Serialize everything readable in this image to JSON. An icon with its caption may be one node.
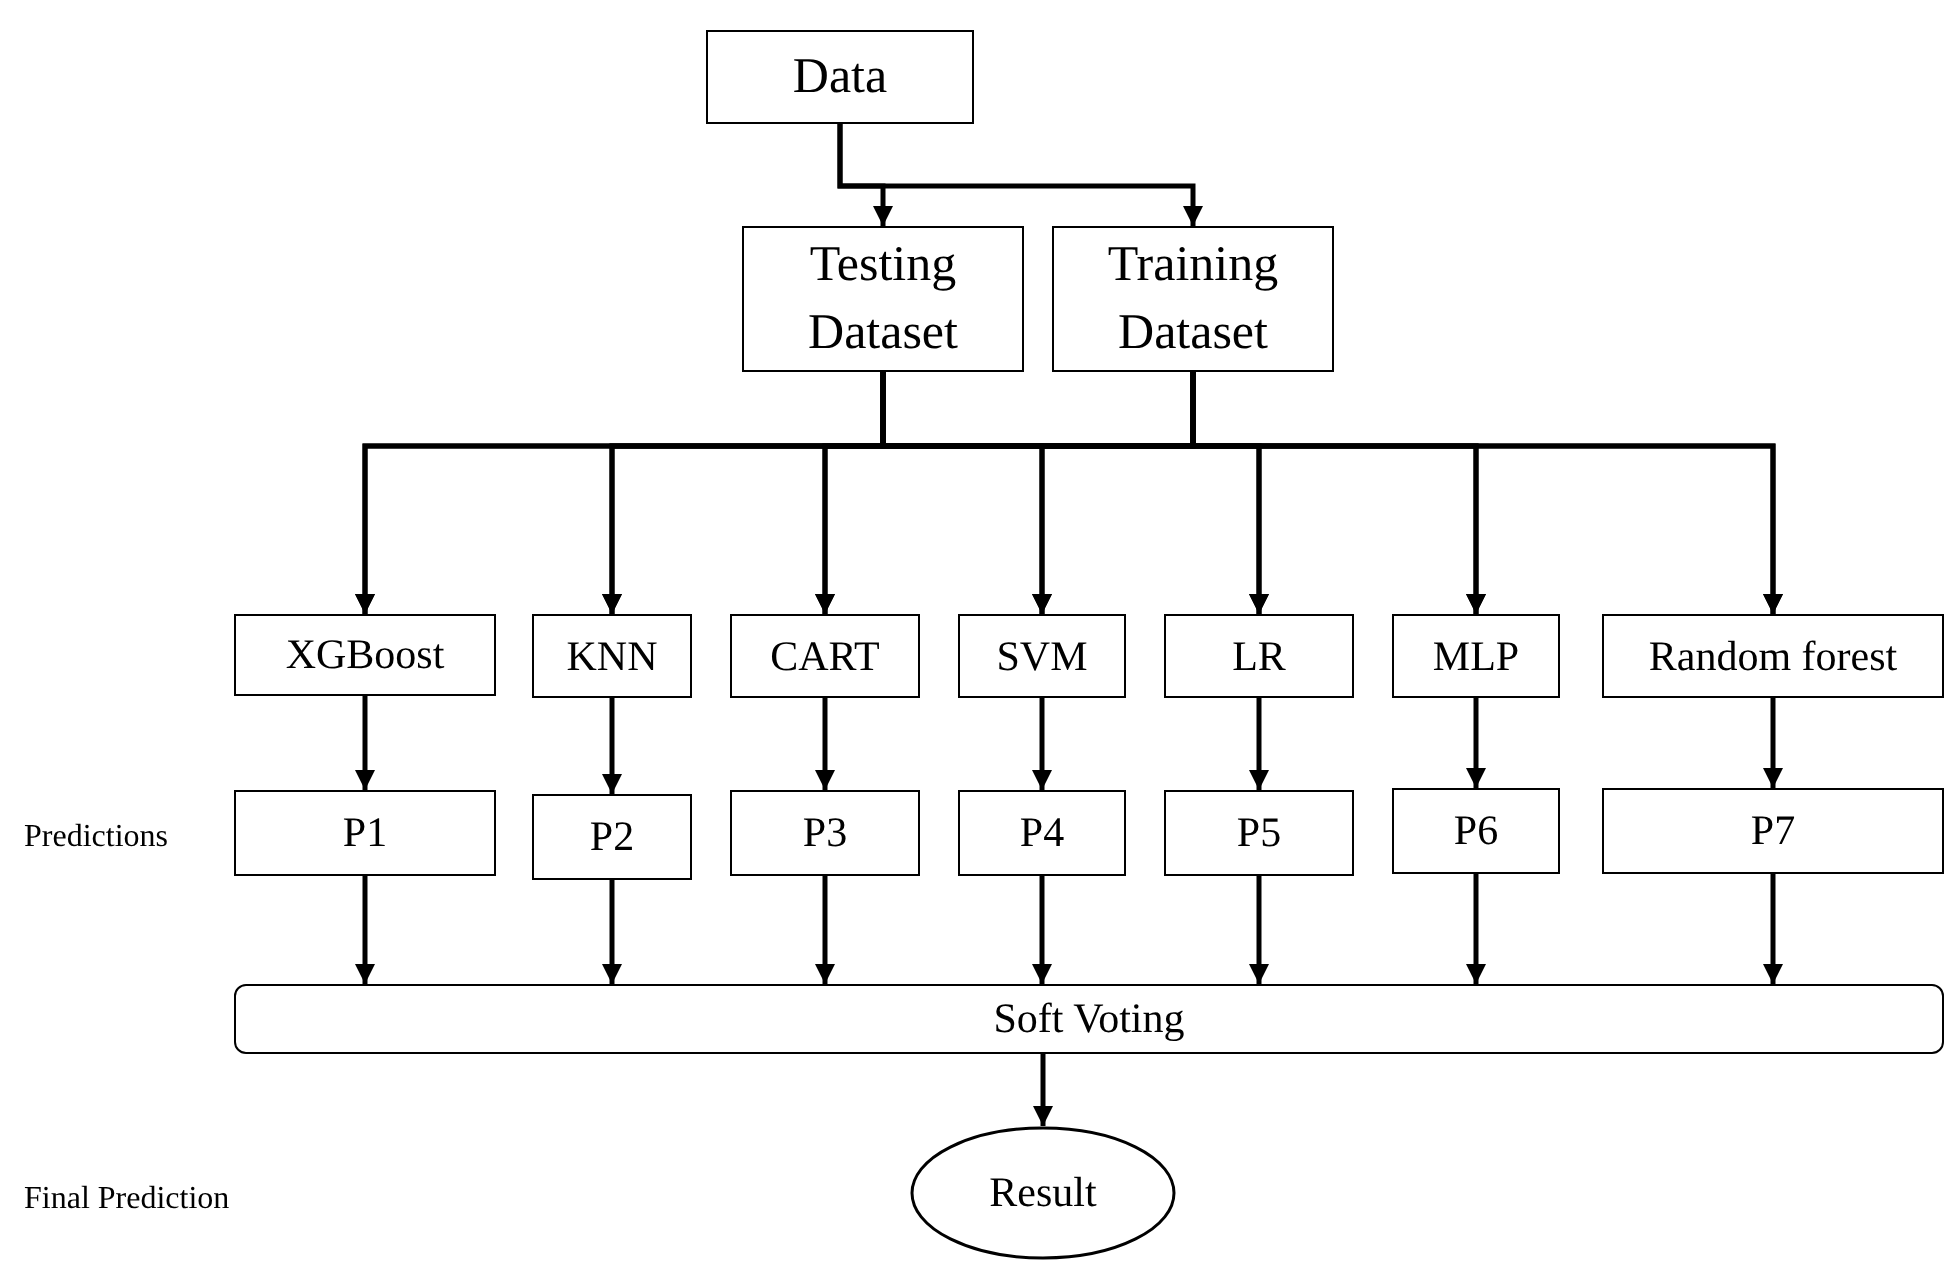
{
  "diagram": {
    "nodes": [
      {
        "text": [
          "Data"
        ]
      },
      {
        "text": [
          "Testing Dataset"
        ]
      },
      {
        "text": [
          "Training Dataset"
        ]
      },
      {
        "text": [
          "XGBoost"
        ]
      },
      {
        "text": [
          "KNN"
        ]
      },
      {
        "text": [
          "CART"
        ]
      },
      {
        "text": [
          "SVM"
        ]
      },
      {
        "text": [
          "LR"
        ]
      },
      {
        "text": [
          "MLP"
        ]
      },
      {
        "text": [
          "Random forest"
        ]
      },
      {
        "text": [
          "P1"
        ]
      },
      {
        "text": [
          "P2"
        ]
      },
      {
        "text": [
          "P3"
        ]
      },
      {
        "text": [
          "P4"
        ]
      },
      {
        "text": [
          "P5"
        ]
      },
      {
        "text": [
          "P6"
        ]
      },
      {
        "text": [
          "P7"
        ]
      },
      {
        "text": [
          "Soft Voting"
        ]
      },
      {
        "text": [
          "Result"
        ]
      }
    ],
    "edges": [
      {
        "from": 0,
        "to": 1,
        "arrow": "to"
      },
      {
        "from": 0,
        "to": 2,
        "arrow": "to"
      },
      {
        "from": 1,
        "to": 3,
        "arrow": "to"
      },
      {
        "from": 1,
        "to": 4,
        "arrow": "to"
      },
      {
        "from": 1,
        "to": 5,
        "arrow": "to"
      },
      {
        "from": 1,
        "to": 6,
        "arrow": "to"
      },
      {
        "from": 1,
        "to": 7,
        "arrow": "to"
      },
      {
        "from": 1,
        "to": 8,
        "arrow": "to"
      },
      {
        "from": 1,
        "to": 9,
        "arrow": "to"
      },
      {
        "from": 2,
        "to": 3,
        "arrow": "to"
      },
      {
        "from": 2,
        "to": 4,
        "arrow": "to"
      },
      {
        "from": 2,
        "to": 5,
        "arrow": "to"
      },
      {
        "from": 2,
        "to": 6,
        "arrow": "to"
      },
      {
        "from": 2,
        "to": 7,
        "arrow": "to"
      },
      {
        "from": 2,
        "to": 8,
        "arrow": "to"
      },
      {
        "from": 2,
        "to": 9,
        "arrow": "to"
      },
      {
        "from": 3,
        "to": 10,
        "arrow": "to"
      },
      {
        "from": 4,
        "to": 11,
        "arrow": "to"
      },
      {
        "from": 5,
        "to": 12,
        "arrow": "to"
      },
      {
        "from": 6,
        "to": 13,
        "arrow": "to"
      },
      {
        "from": 7,
        "to": 14,
        "arrow": "to"
      },
      {
        "from": 8,
        "to": 15,
        "arrow": "to"
      },
      {
        "from": 9,
        "to": 16,
        "arrow": "to"
      },
      {
        "from": 10,
        "to": 17,
        "arrow": "to"
      },
      {
        "from": 11,
        "to": 17,
        "arrow": "to"
      },
      {
        "from": 12,
        "to": 17,
        "arrow": "to"
      },
      {
        "from": 13,
        "to": 17,
        "arrow": "to"
      },
      {
        "from": 14,
        "to": 17,
        "arrow": "to"
      },
      {
        "from": 15,
        "to": 17,
        "arrow": "to"
      },
      {
        "from": 16,
        "to": 17,
        "arrow": "to"
      },
      {
        "from": 17,
        "to": 18,
        "arrow": "to"
      }
    ],
    "labels": [
      "Predictions",
      "Final Prediction"
    ]
  }
}
